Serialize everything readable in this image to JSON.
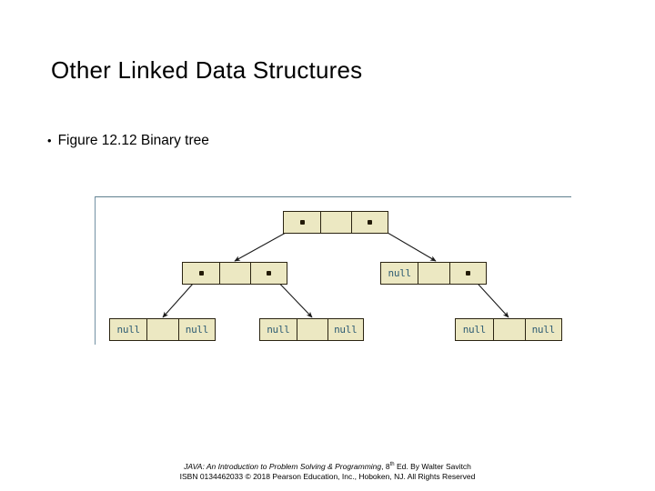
{
  "slide": {
    "title": "Other Linked Data Structures",
    "bullet_marker": "•",
    "bullet_text": "Figure 12.12  Binary tree"
  },
  "figure": {
    "caption_reference": "Figure 12.12  Binary tree",
    "null_label": "null",
    "node_fill": "#ece8c2",
    "node_border": "#2b2412",
    "null_text_color": "#2e5c73",
    "frame_border_color": "#5f7f8f",
    "nodes": [
      {
        "id": "root",
        "left_cell": "pointer",
        "middle_cell": "",
        "right_cell": "pointer"
      },
      {
        "id": "level2-left",
        "left_cell": "pointer",
        "middle_cell": "",
        "right_cell": "pointer"
      },
      {
        "id": "level2-right",
        "left_cell": "null",
        "middle_cell": "",
        "right_cell": "pointer"
      },
      {
        "id": "leaf-1",
        "left_cell": "null",
        "middle_cell": "",
        "right_cell": "null"
      },
      {
        "id": "leaf-2",
        "left_cell": "null",
        "middle_cell": "",
        "right_cell": "null"
      },
      {
        "id": "leaf-3",
        "left_cell": "null",
        "middle_cell": "",
        "right_cell": "null"
      }
    ],
    "edges": [
      {
        "from": "root.left",
        "to": "level2-left"
      },
      {
        "from": "root.right",
        "to": "level2-right"
      },
      {
        "from": "level2-left.left",
        "to": "leaf-1"
      },
      {
        "from": "level2-left.right",
        "to": "leaf-2"
      },
      {
        "from": "level2-right.right",
        "to": "leaf-3"
      }
    ]
  },
  "footer": {
    "line1_prefix": "JAVA: An Introduction to Problem Solving & Programming",
    "line1_sep": ", ",
    "line1_edition_num": "8",
    "line1_edition_sup": "th",
    "line1_suffix": " Ed. By Walter Savitch",
    "line2": "ISBN 0134462033  © 2018 Pearson Education, Inc., Hoboken, NJ. All Rights Reserved"
  }
}
